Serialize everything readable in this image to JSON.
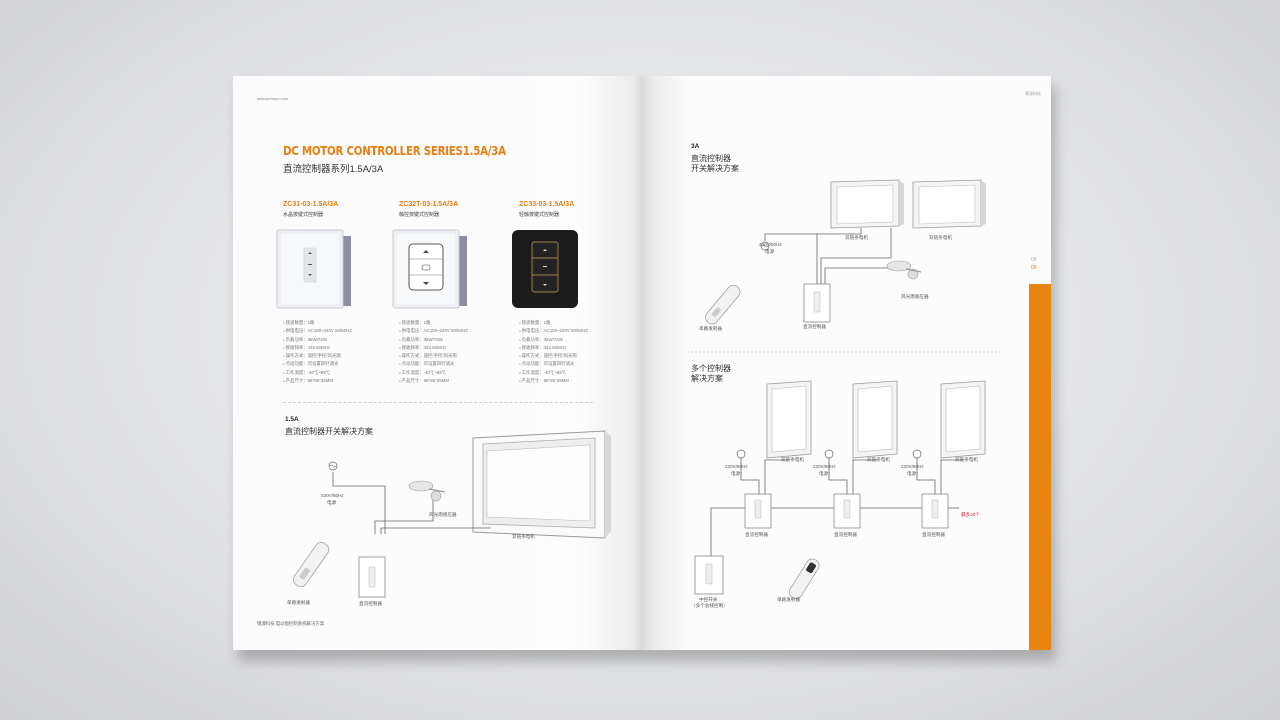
{
  "left_page": {
    "url": "www.jinhaoo.com",
    "title_en": "DC MOTOR CONTROLLER SERIES1.5A/3A",
    "title_cn": "直流控制器系列1.5A/3A",
    "footer": "锦濠科技  电动窗控制系统解决方案",
    "products": [
      {
        "code": "ZC31-03-1.5A/3A",
        "name": "水晶按键式控制器",
        "specs": [
          "频道数量：1路",
          "供电电压：AC100~240V 50/60HZ",
          "负载功率：36W/72W",
          "接收频率：433.92MHz",
          "操作方式：遥控/手控/风光雨",
          "点动功能：可设置四针调光",
          "工作温度：-40℃~85℃",
          "产品尺寸：86*86*35MM"
        ]
      },
      {
        "code": "ZC32T-03-1.5A/3A",
        "name": "触控按键式控制器",
        "specs": [
          "频道数量：1路",
          "供电电压：AC100~240V 50/60HZ",
          "负载功率：36W/72W",
          "接收频率：433.92MHz",
          "操作方式：遥控/手控/风光雨",
          "点动功能：可设置四针调光",
          "工作温度：-40℃~85℃",
          "产品尺寸：86*86*35MM"
        ]
      },
      {
        "code": "ZC33-03-1.5A/3A",
        "name": "轻触按键式控制器",
        "specs": [
          "频道数量：1路",
          "供电电压：AC100~240V 50/60HZ",
          "负载功率：36W/72W",
          "接收频率：433.92MHz",
          "操作方式：遥控/手控/风光雨",
          "点动功能：可设置四针调光",
          "工作温度：-40℃~85℃",
          "产品尺寸：86*86*35MM"
        ]
      }
    ],
    "section": {
      "tag": "1.5A",
      "title": "直流控制器开关解决方案",
      "power_label_1": "230V/50Hz",
      "power_label_2": "电源",
      "sensor_label": "风光雨感应器",
      "motor_label": "双链条电机",
      "remote_label": "单路发射器",
      "controller_label": "直流控制器"
    }
  },
  "right_page": {
    "page_numbers": [
      "05",
      "06"
    ],
    "logo_text": "锦濠科技",
    "section_a": {
      "tag": "3A",
      "title_1": "直流控制器",
      "title_2": "开关解决方案",
      "power_label_1": "230V/50Hz",
      "power_label_2": "电源",
      "motor_label_1": "双链条电机",
      "motor_label_2": "双链条电机",
      "sensor_label": "风光雨感应器",
      "remote_label": "单路发射器",
      "controller_label": "直流控制器"
    },
    "section_b": {
      "title_1": "多个控制器",
      "title_2": "解决方案",
      "power_label": "230V/50Hz",
      "power_label_2": "电源",
      "motor_label": "双链条电机",
      "controller_label": "直流控制器",
      "max_label": "最多20个",
      "central_label_1": "中控开关",
      "central_label_2": "（多个总线控制）",
      "remote_label": "单路发射器"
    }
  },
  "colors": {
    "accent": "#e67e14",
    "side_bar": "#e8850e",
    "warning": "#d22233"
  }
}
